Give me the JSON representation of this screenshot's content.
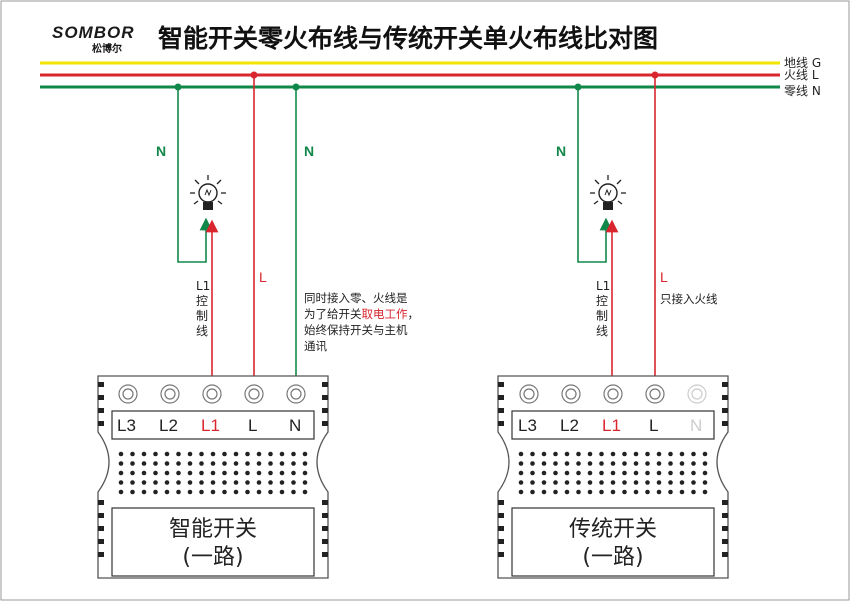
{
  "header": {
    "brand": "SOMBOR",
    "brand_cn": "松博尔",
    "title": "智能开关零火布线与传统开关单火布线比对图"
  },
  "lines": [
    {
      "label": "地线 G",
      "color": "#f2e600"
    },
    {
      "label": "火线 L",
      "color": "#d9262e"
    },
    {
      "label": "零线 N",
      "color": "#11884a"
    }
  ],
  "left_circuit": {
    "neutral_to_lamp_label": "N",
    "live_label": "L",
    "neutral_to_switch_label": "N",
    "l1_label": "L1\n控\n制\n线",
    "note": {
      "line1": "同时接入零、火线是",
      "line2_prefix": "为了给开关",
      "line2_highlight": "取电工作",
      "line2_suffix": "，",
      "line3": "始终保持开关与主机",
      "line4": "通讯"
    },
    "terminals": [
      "L3",
      "L2",
      "L1",
      "L",
      "N"
    ],
    "device_name": "智能开关",
    "device_sub": "(一路)"
  },
  "right_circuit": {
    "neutral_to_lamp_label": "N",
    "live_label": "L",
    "live_note": "只接入火线",
    "l1_label": "L1\n控\n制\n线",
    "terminals": [
      "L3",
      "L2",
      "L1",
      "L",
      "N"
    ],
    "device_name": "传统开关",
    "device_sub": "(一路)"
  },
  "colors": {
    "red": "#d9262e",
    "green": "#11884a",
    "yellow": "#f2e600",
    "gray": "#cccccc"
  }
}
